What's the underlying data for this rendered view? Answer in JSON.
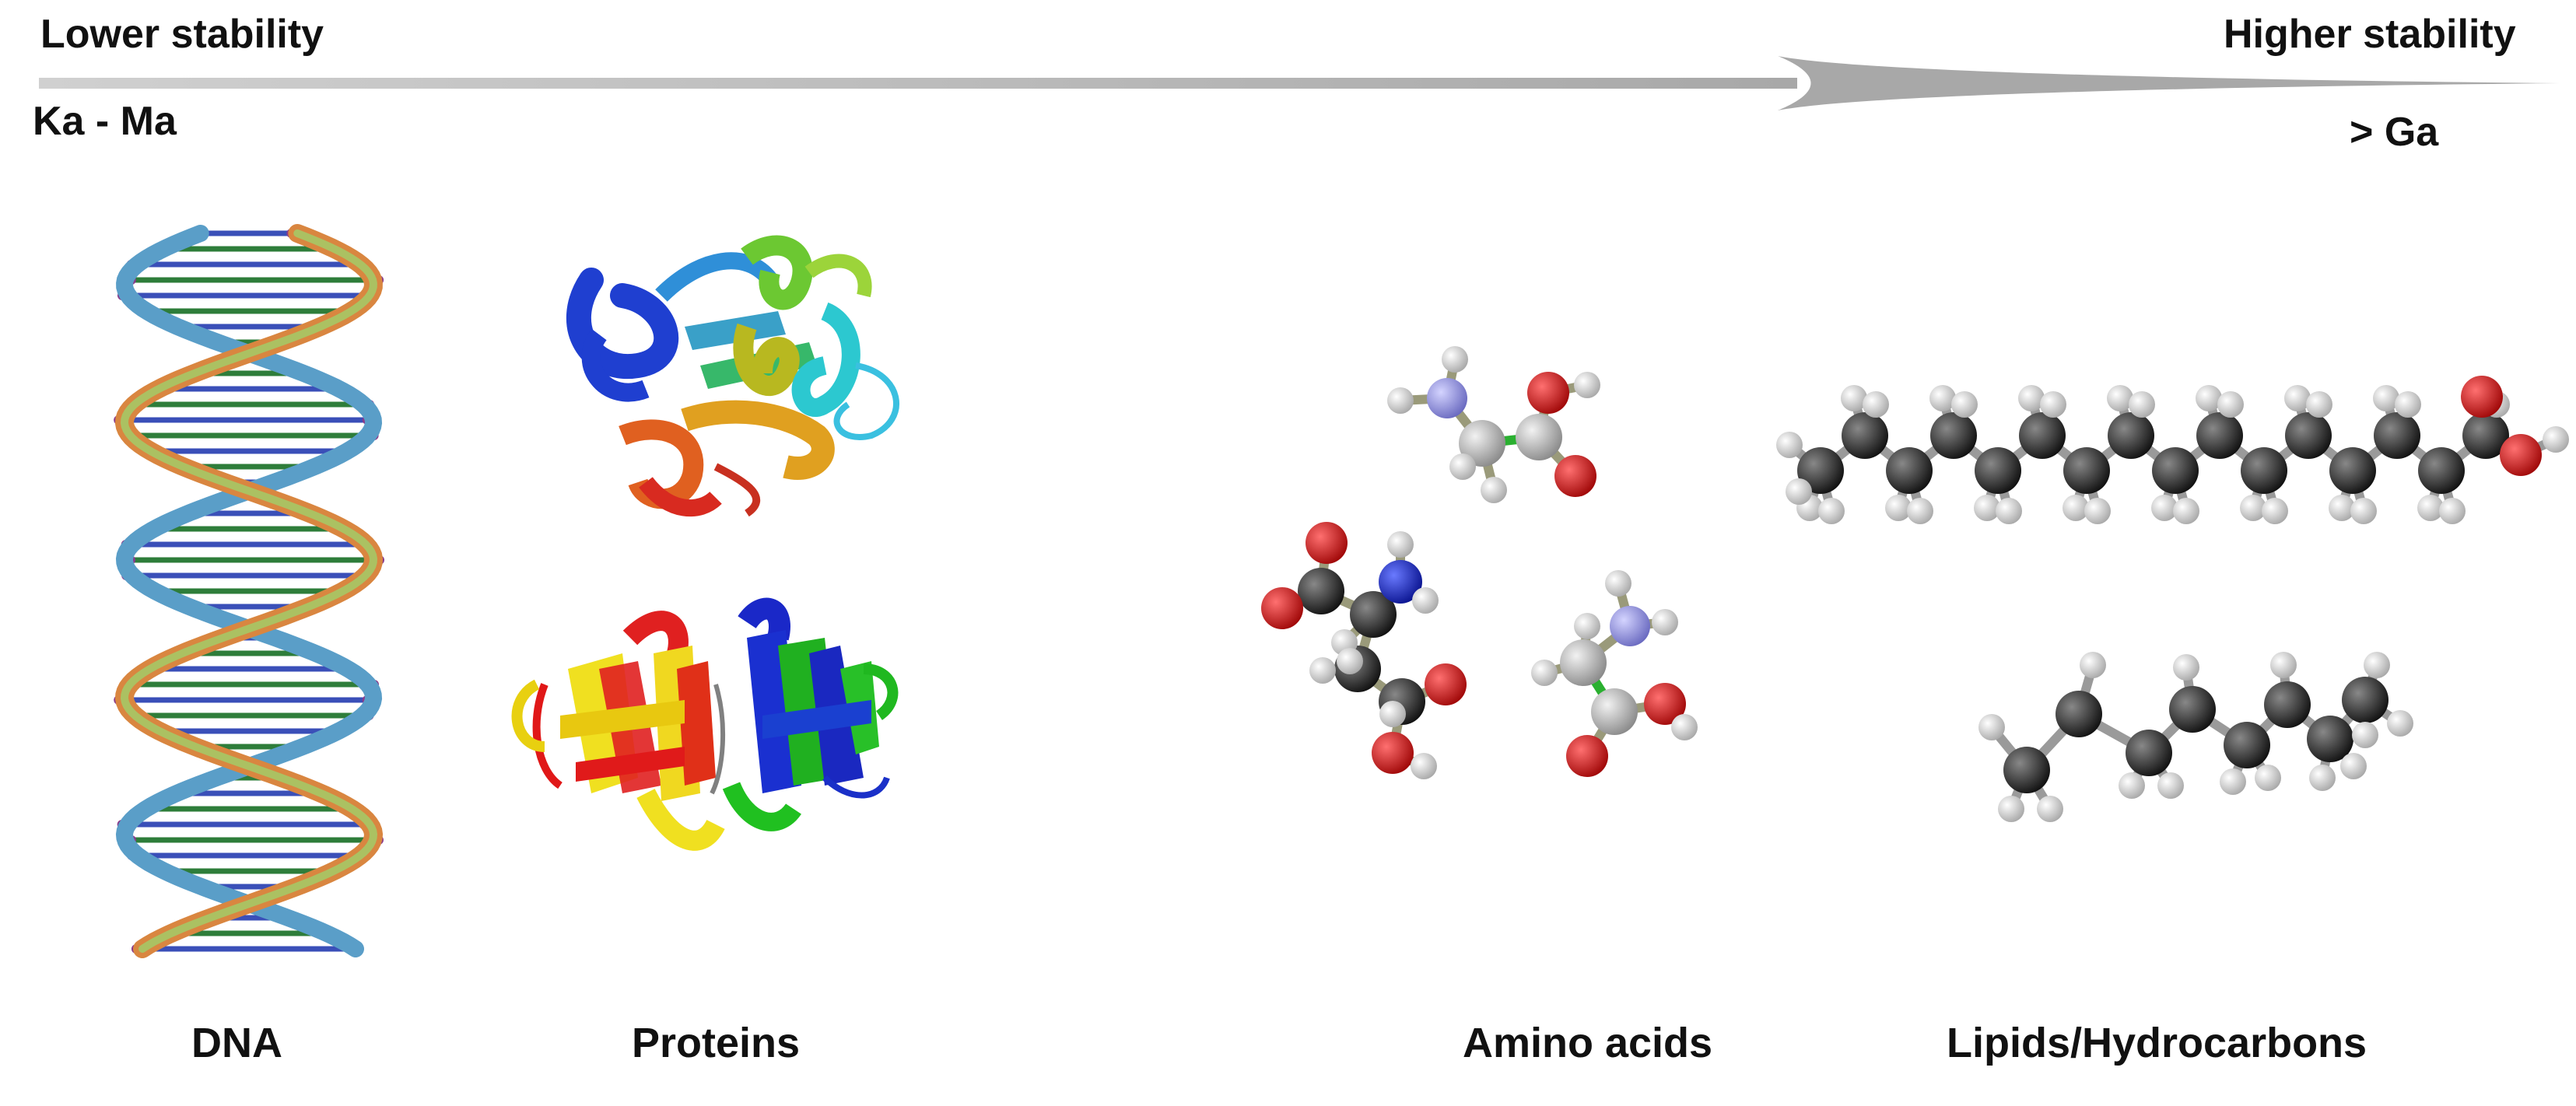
{
  "scale": {
    "left_label": "Lower stability",
    "right_label": "Higher stability",
    "left_age": "Ka - Ma",
    "right_age": "> Ga"
  },
  "categories": [
    {
      "id": "dna",
      "label": "DNA"
    },
    {
      "id": "proteins",
      "label": "Proteins"
    },
    {
      "id": "amino",
      "label": "Amino acids"
    },
    {
      "id": "lipids",
      "label": "Lipids/Hydrocarbons"
    }
  ],
  "colors": {
    "arrow": "#b8b8b8",
    "carbon": "#2a2a2a",
    "hydrogen": "#e8e8e8",
    "oxygen": "#d41a1a",
    "nitrogen": "#2230c8",
    "carbon_light": "#b0b0b0",
    "nitrogen_light": "#8d8dd8"
  }
}
